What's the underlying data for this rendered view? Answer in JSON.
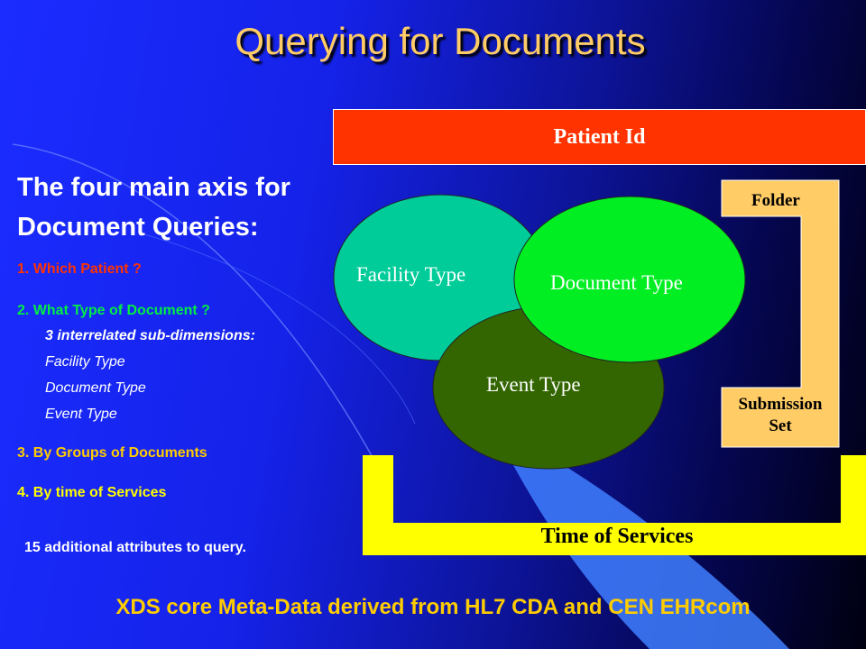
{
  "title": "Querying for Documents",
  "patient_id_label": "Patient Id",
  "heading_line1": "The four main axis for",
  "heading_line2": "Document Queries:",
  "list": {
    "item1": "1. Which Patient ?",
    "item2": "2. What Type of Document ?",
    "sub_intro": "3 interrelated sub-dimensions:",
    "sub1": "Facility Type",
    "sub2": "Document Type",
    "sub3": "Event Type",
    "item3": "3. By Groups of Documents",
    "item4": "4. By time of Services"
  },
  "additional_attributes": "15 additional attributes to query.",
  "diagram": {
    "facility_type": "Facility Type",
    "document_type": "Document Type",
    "event_type": "Event Type",
    "folder": "Folder",
    "submission_line1": "Submission",
    "submission_line2": "Set",
    "time_of_services": "Time of Services"
  },
  "footer": "XDS core Meta-Data derived from HL7 CDA and CEN EHRcom",
  "colors": {
    "title": "#ffcc66",
    "patient_bar": "#ff3300",
    "item1": "#ff3300",
    "item2": "#00ee44",
    "item3": "#ffcc00",
    "item4": "#ffff00",
    "facility_ellipse": "#00cc99",
    "document_ellipse": "#00ee22",
    "event_ellipse": "#336600",
    "folder_box": "#ffcc66",
    "time_frame": "#ffff00",
    "footer": "#ffcc00"
  }
}
